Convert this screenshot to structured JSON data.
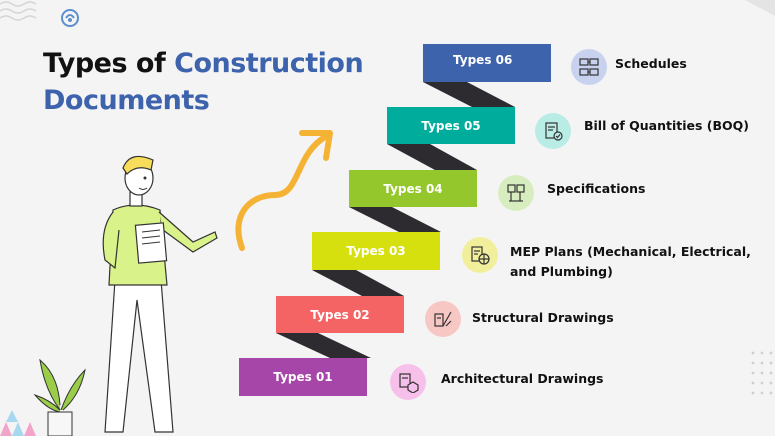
{
  "title": {
    "line1_prefix": "Types of",
    "line1_accent": "Construction",
    "line2": "Documents"
  },
  "steps": [
    {
      "label": "Types 01",
      "color": "#a646a8",
      "doc": "Architectural Drawings",
      "doc_lines": [
        "Architectural Drawings"
      ],
      "icon": "architectural-drawing-icon",
      "icon_bg": "#f6c0ea"
    },
    {
      "label": "Types 02",
      "color": "#f46464",
      "doc": "Structural Drawings",
      "doc_lines": [
        "Structural Drawings"
      ],
      "icon": "structural-drawing-icon",
      "icon_bg": "#f7c7c4"
    },
    {
      "label": "Types 03",
      "color": "#d6e00f",
      "doc": "MEP Plans (Mechanical, Electrical, and Plumbing)",
      "doc_lines": [
        "MEP Plans (Mechanical, Electrical,",
        "and Plumbing)"
      ],
      "icon": "mep-plan-icon",
      "icon_bg": "#f1ef9c"
    },
    {
      "label": "Types 04",
      "color": "#94c72b",
      "doc": "Specifications",
      "doc_lines": [
        "Specifications"
      ],
      "icon": "specifications-icon",
      "icon_bg": "#d8edbf"
    },
    {
      "label": "Types 05",
      "color": "#00ad9d",
      "doc": "Bill of Quantities (BOQ)",
      "doc_lines": [
        "Bill of Quantities (BOQ)"
      ],
      "icon": "bill-of-quantities-icon",
      "icon_bg": "#b8ece5"
    },
    {
      "label": "Types 06",
      "color": "#3e63ad",
      "doc": "Schedules",
      "doc_lines": [
        "Schedules"
      ],
      "icon": "schedule-icon",
      "icon_bg": "#c8d2ef"
    }
  ],
  "colors": {
    "title_accent": "#3e63ad",
    "connector": "#2d2a30",
    "arrow": "#f5b335"
  }
}
